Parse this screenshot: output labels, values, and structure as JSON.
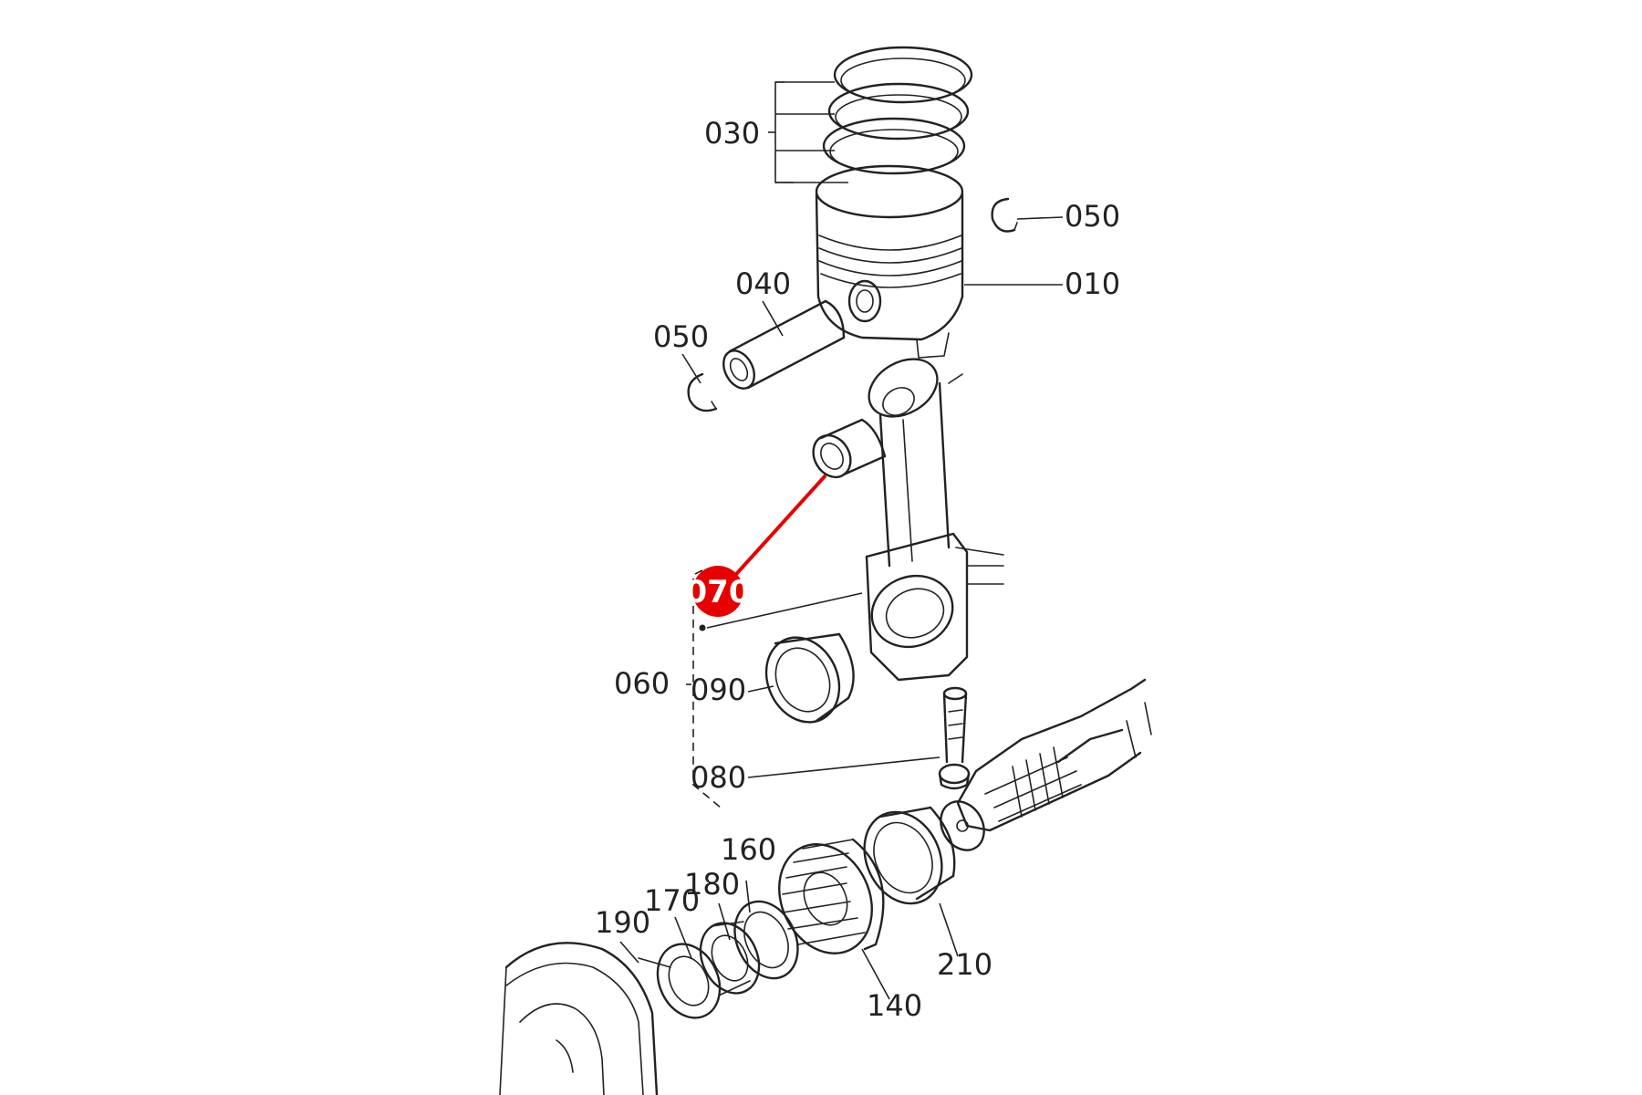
{
  "callouts": {
    "p010": "010",
    "p030": "030",
    "p040": "040",
    "p050_right": "050",
    "p050_left": "050",
    "p060": "060",
    "p070": "070",
    "p080": "080",
    "p090": "090",
    "p140": "140",
    "p160": "160",
    "p170": "170",
    "p180": "180",
    "p190": "190",
    "p210": "210"
  },
  "highlight": {
    "part": "070",
    "color": "#e60000"
  }
}
